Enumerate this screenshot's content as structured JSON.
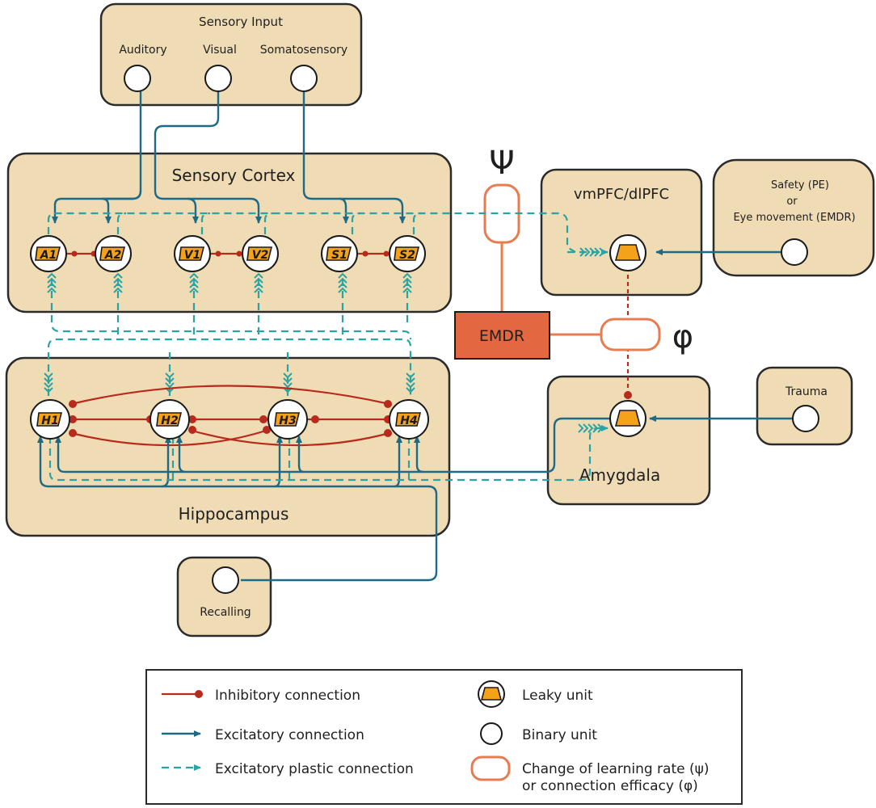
{
  "modules": {
    "sensory_input": "Sensory Input",
    "sensory_cortex": "Sensory Cortex",
    "hippocampus": "Hippocampus",
    "prefrontal": "vmPFC/dlPFC",
    "amygdala": "Amygdala",
    "trauma": "Trauma",
    "recalling": "Recalling",
    "safety_line1": "Safety (PE)",
    "safety_line2": "or",
    "safety_line3": "Eye movement (EMDR)",
    "emdr": "EMDR"
  },
  "inputs": {
    "auditory": "Auditory",
    "visual": "Visual",
    "somatosensory": "Somatosensory"
  },
  "units": {
    "a1": "A1",
    "a2": "A2",
    "v1": "V1",
    "v2": "V2",
    "s1": "S1",
    "s2": "S2",
    "h1": "H1",
    "h2": "H2",
    "h3": "H3",
    "h4": "H4"
  },
  "symbols": {
    "psi": "Ψ",
    "phi": "φ"
  },
  "legend": {
    "inhibitory": "Inhibitory connection",
    "excitatory": "Excitatory connection",
    "plastic": "Excitatory  plastic connection",
    "leaky": "Leaky unit",
    "binary": "Binary unit",
    "change_line1": "Change of learning rate (ψ)",
    "change_line2": "or connection efficacy (φ)"
  },
  "colors": {
    "module_fill": "#efdcb5",
    "excitatory": "#1e6a85",
    "plastic": "#2aa3a3",
    "inhibitory": "#b82a1c",
    "emdr_box": "#e3683f",
    "leaky_unit": "#f4a21a",
    "modulation": "#e87c50"
  }
}
